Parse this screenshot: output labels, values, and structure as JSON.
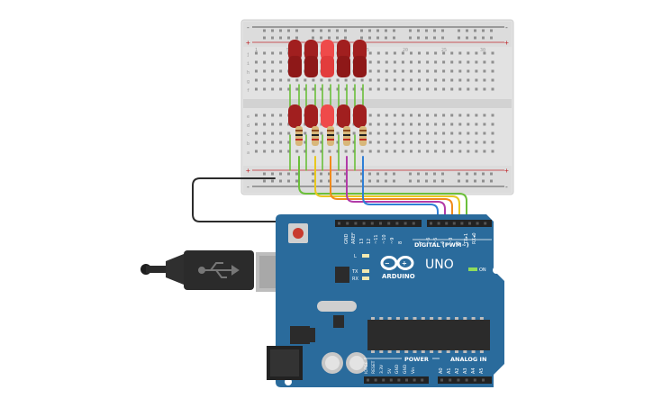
{
  "board": {
    "brand": "ARDUINO",
    "model": "UNO",
    "on_label": "ON",
    "l_label": "L",
    "tx_label": "TX",
    "rx_label": "RX",
    "aref_label": "AREF",
    "gnd_label": "GND",
    "digital_header": "DIGITAL (PWM~)",
    "digital_pins": [
      "13",
      "12",
      "~11",
      "~10",
      "~9",
      "8",
      "7",
      "~6",
      "~5",
      "4",
      "~3",
      "2",
      "TX▸1",
      "RX◂0"
    ],
    "power_header": "POWER",
    "power_pins": [
      "IOREF",
      "RESET",
      "3.3V",
      "5V",
      "GND",
      "GND",
      "Vin"
    ],
    "analog_header": "ANALOG IN",
    "analog_pins": [
      "A0",
      "A1",
      "A2",
      "A3",
      "A4",
      "A5"
    ]
  },
  "breadboard": {
    "row_letters_top": [
      "j",
      "i",
      "h",
      "g",
      "f"
    ],
    "row_letters_bottom": [
      "e",
      "d",
      "c",
      "b",
      "a"
    ],
    "column_numbers": [
      "1",
      "5",
      "10",
      "15",
      "20",
      "25",
      "30"
    ],
    "rail_plus": "+",
    "rail_minus": "-"
  },
  "colors": {
    "board": "#2a6b9c",
    "board_dark": "#1d5480",
    "breadboard": "#e2e2e2",
    "led_off": "#a11f1f",
    "led_on": "#ef4a4a",
    "wire_ground": "#2b2b2b",
    "wire_green": "#6bbf3a",
    "wire_yellow": "#e8c81f",
    "wire_orange": "#f08a1c",
    "wire_magenta": "#b23aa8",
    "wire_blue": "#2f7fd6"
  }
}
